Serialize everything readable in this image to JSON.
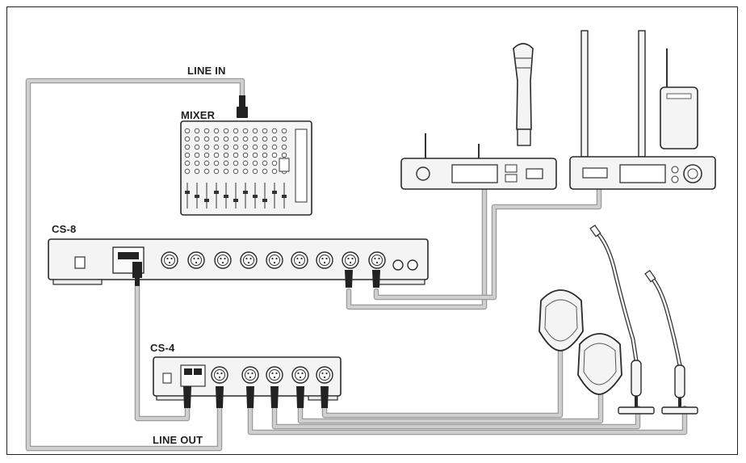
{
  "labels": {
    "line_in": "LINE IN",
    "mixer": "MIXER",
    "cs8": "CS-8",
    "cs4": "CS-4",
    "line_out": "LINE OUT"
  },
  "colors": {
    "cable": "#cfcfcf",
    "cable_outline": "#9a9a9a",
    "device_outline": "#2a2a2a",
    "plug": "#222222"
  }
}
